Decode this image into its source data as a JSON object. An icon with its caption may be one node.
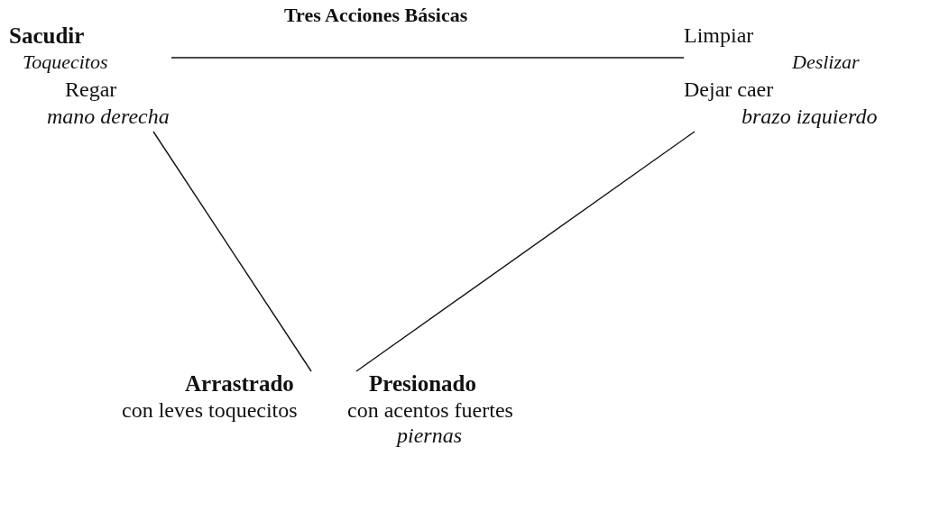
{
  "diagram": {
    "title": "Tres Acciones Básicas",
    "nodes": [
      {
        "text": [
          "Sacudir",
          "Toquecitos",
          "Regar",
          "mano derecha"
        ]
      },
      {
        "text": [
          "Limpiar",
          "Deslizar",
          "Dejar caer",
          "brazo izquierdo"
        ]
      },
      {
        "text": [
          "Arrastrado",
          "con leves toquecitos"
        ]
      },
      {
        "text": [
          "Presionado",
          "con acentos  fuertes"
        ]
      }
    ],
    "edges": [
      {
        "from": 0,
        "to": 1,
        "arrow": "none"
      },
      {
        "from": 0,
        "to": 2,
        "arrow": "none"
      },
      {
        "from": 1,
        "to": 3,
        "arrow": "none"
      }
    ],
    "labels": [
      "piernas"
    ]
  }
}
